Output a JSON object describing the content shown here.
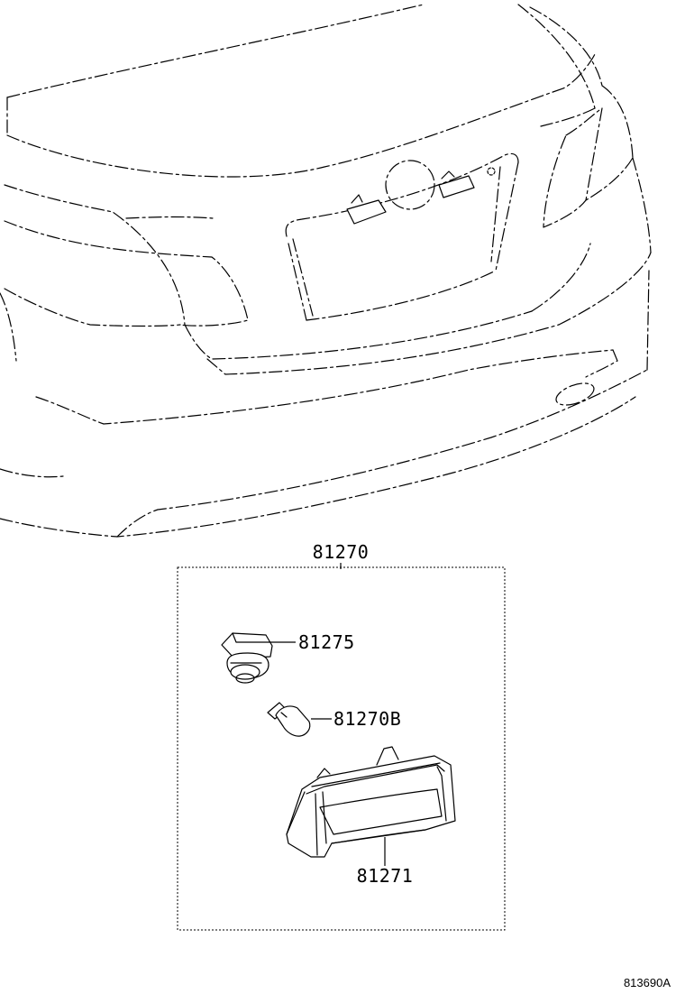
{
  "diagram": {
    "assembly_part_number": "81270",
    "parts": [
      {
        "id": "socket",
        "number": "81275",
        "icon": "bulb-socket-icon"
      },
      {
        "id": "bulb",
        "number": "81270B",
        "icon": "wedge-bulb-icon"
      },
      {
        "id": "lens",
        "number": "81271",
        "icon": "license-plate-lamp-lens-icon"
      }
    ],
    "reference_code": "813690A"
  }
}
